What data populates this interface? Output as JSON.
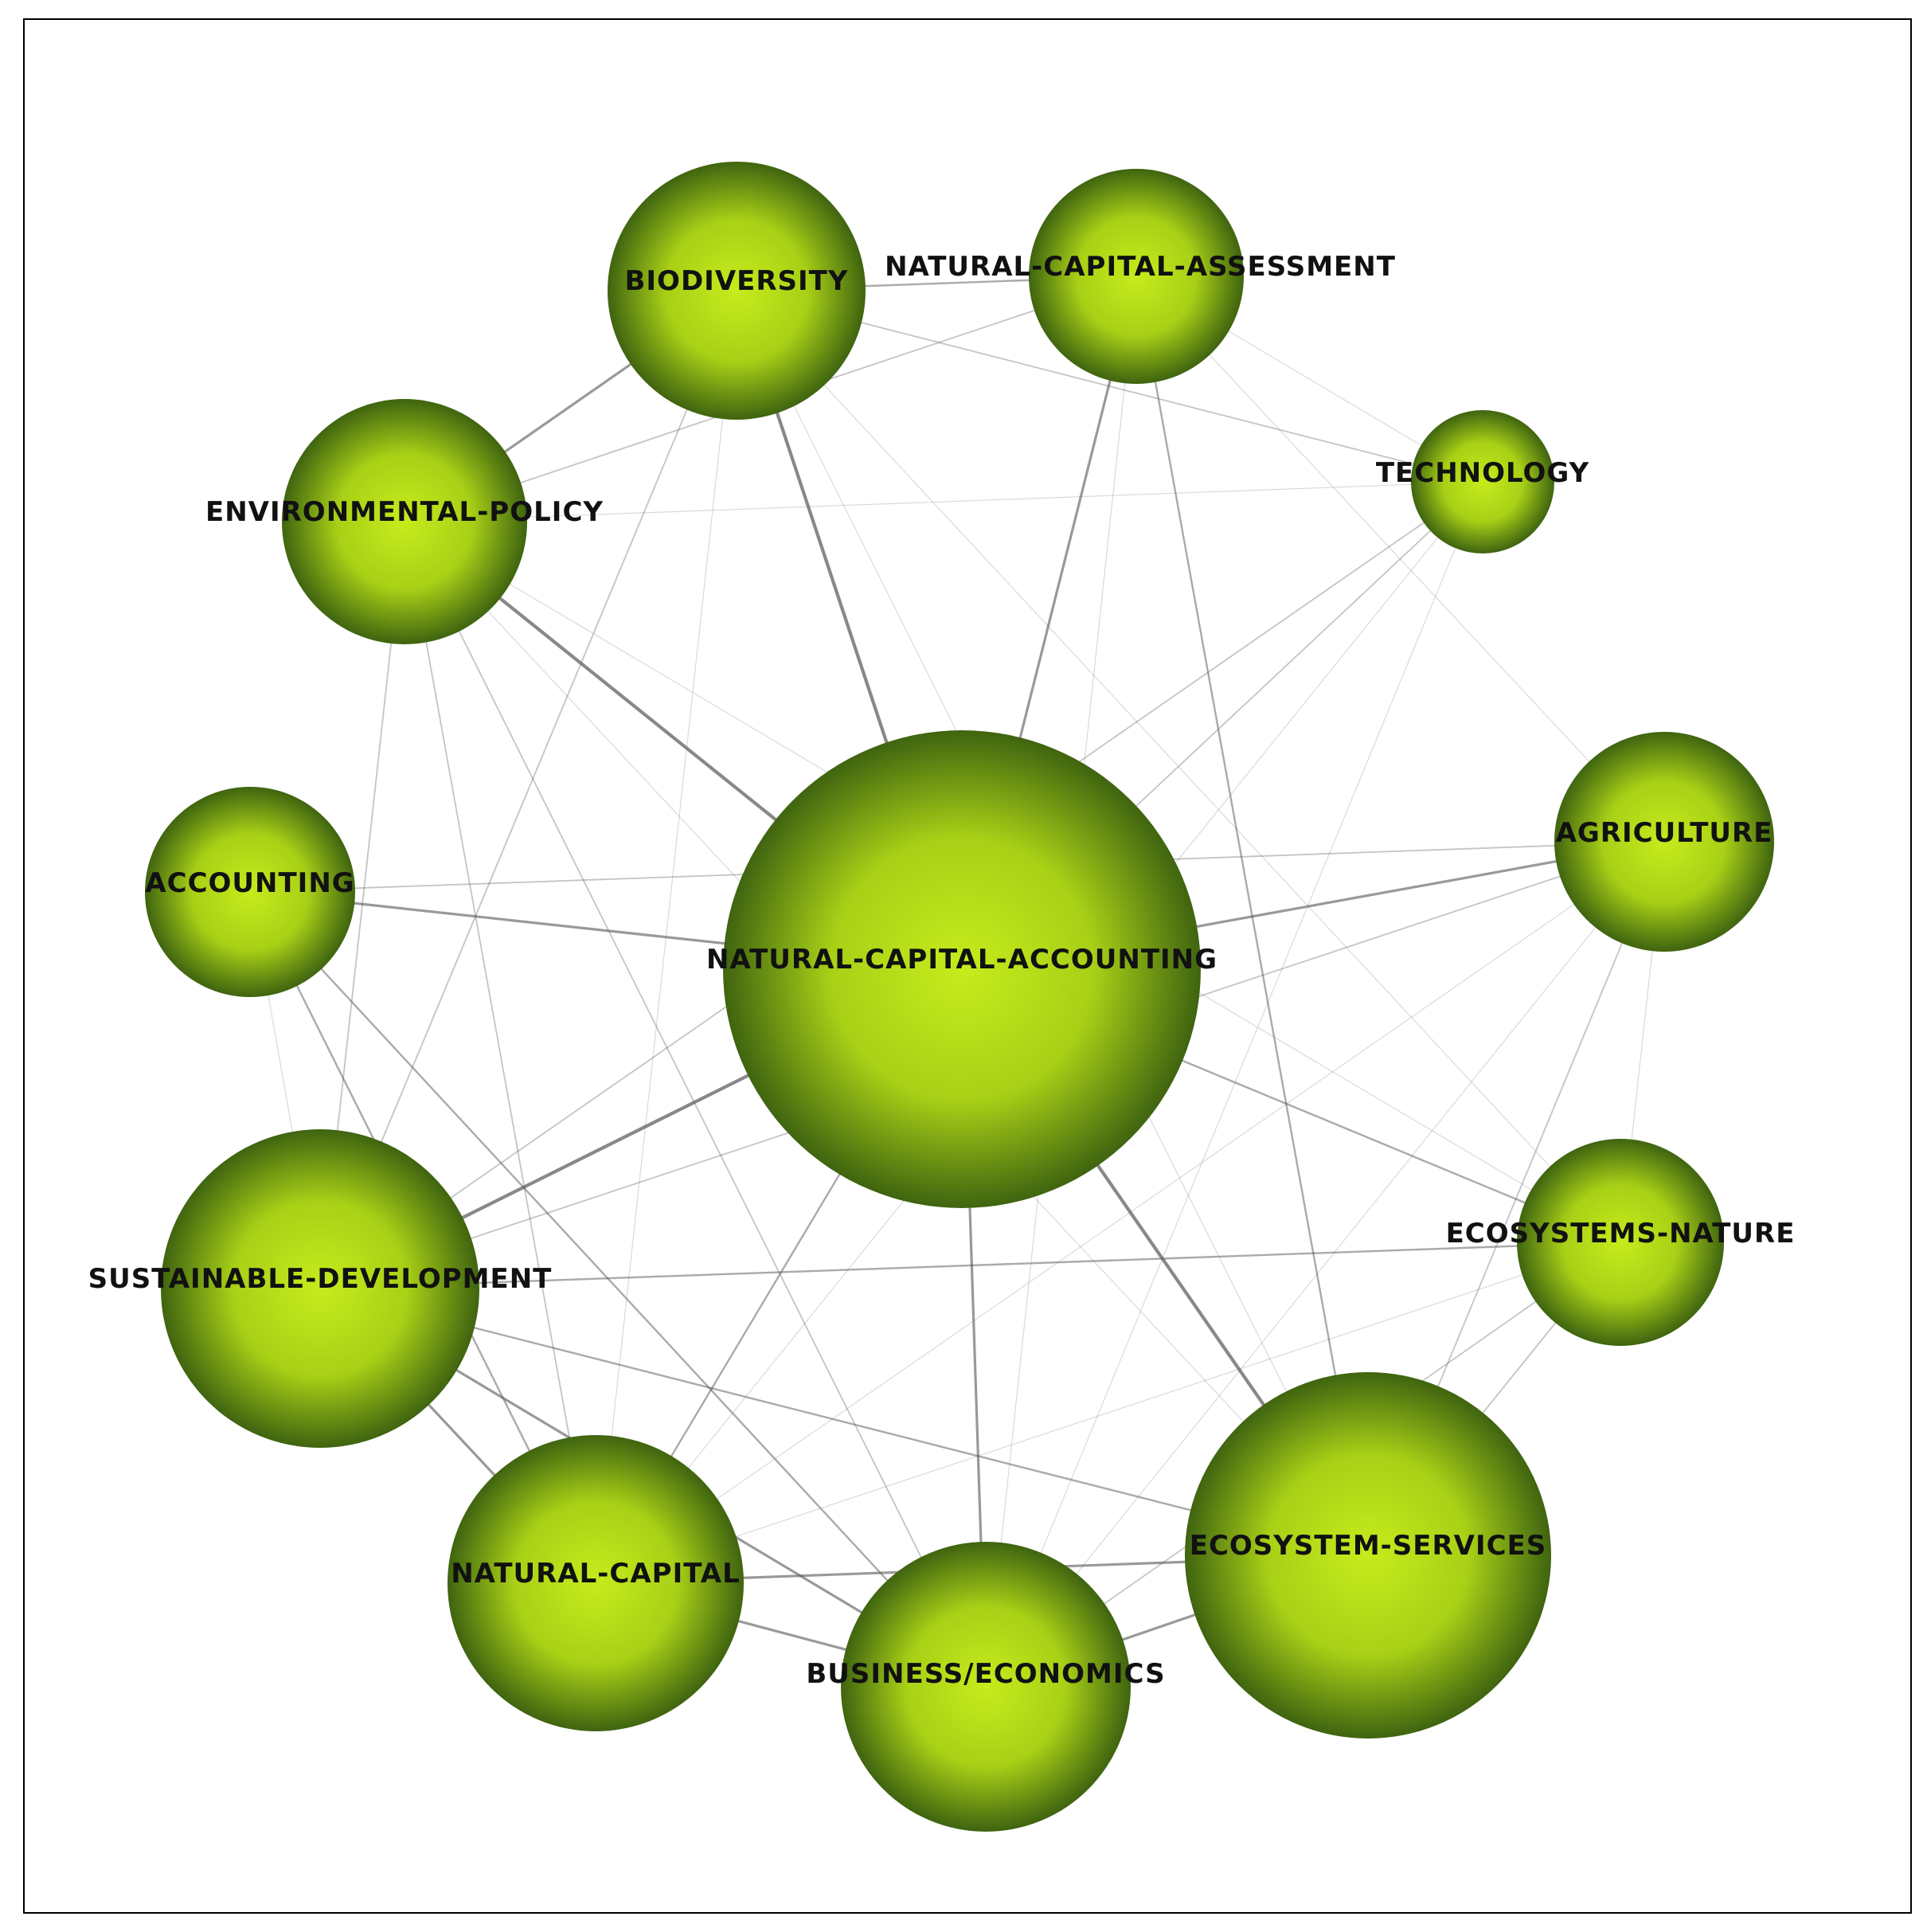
{
  "diagram": {
    "type": "keyword co-occurrence network",
    "node_fill": {
      "highlight": "#c6ec1c",
      "mid": "#a8d016",
      "shadow": "#3f6410"
    },
    "edge_color": "#555555",
    "nodes": [
      {
        "id": "nca",
        "label": "NATURAL-CAPITAL-ACCOUNTING"
      },
      {
        "id": "bio",
        "label": "BIODIVERSITY"
      },
      {
        "id": "nass",
        "label": "NATURAL-CAPITAL-ASSESSMENT"
      },
      {
        "id": "tech",
        "label": "TECHNOLOGY"
      },
      {
        "id": "envp",
        "label": "ENVIRONMENTAL-POLICY"
      },
      {
        "id": "acc",
        "label": "ACCOUNTING"
      },
      {
        "id": "agr",
        "label": "AGRICULTURE"
      },
      {
        "id": "econ",
        "label": "ECOSYSTEMS-NATURE"
      },
      {
        "id": "sd",
        "label": "SUSTAINABLE-DEVELOPMENT"
      },
      {
        "id": "nc",
        "label": "NATURAL-CAPITAL"
      },
      {
        "id": "bus",
        "label": "BUSINESS/ECONOMICS"
      },
      {
        "id": "es",
        "label": "ECOSYSTEM-SERVICES"
      }
    ],
    "edges": [
      [
        "bio",
        "nass",
        3
      ],
      [
        "bio",
        "envp",
        4
      ],
      [
        "bio",
        "nca",
        5
      ],
      [
        "bio",
        "tech",
        2
      ],
      [
        "bio",
        "sd",
        2
      ],
      [
        "bio",
        "es",
        1
      ],
      [
        "bio",
        "nc",
        1
      ],
      [
        "nass",
        "nca",
        4
      ],
      [
        "nass",
        "es",
        3
      ],
      [
        "nass",
        "envp",
        2
      ],
      [
        "nass",
        "tech",
        1
      ],
      [
        "nass",
        "bus",
        1
      ],
      [
        "nass",
        "agr",
        1
      ],
      [
        "envp",
        "nca",
        5
      ],
      [
        "envp",
        "tech",
        1
      ],
      [
        "envp",
        "sd",
        2
      ],
      [
        "envp",
        "nc",
        2
      ],
      [
        "envp",
        "bus",
        2
      ],
      [
        "envp",
        "es",
        1
      ],
      [
        "acc",
        "nca",
        4
      ],
      [
        "acc",
        "agr",
        2
      ],
      [
        "acc",
        "bus",
        3
      ],
      [
        "acc",
        "nc",
        3
      ],
      [
        "acc",
        "sd",
        1
      ],
      [
        "tech",
        "nca",
        2
      ],
      [
        "tech",
        "sd",
        2
      ],
      [
        "tech",
        "bus",
        1
      ],
      [
        "tech",
        "nc",
        1
      ],
      [
        "agr",
        "nca",
        4
      ],
      [
        "agr",
        "sd",
        2
      ],
      [
        "agr",
        "es",
        2
      ],
      [
        "agr",
        "econ",
        1
      ],
      [
        "agr",
        "bus",
        1
      ],
      [
        "agr",
        "nc",
        1
      ],
      [
        "nca",
        "sd",
        5
      ],
      [
        "nca",
        "es",
        5
      ],
      [
        "nca",
        "bus",
        4
      ],
      [
        "nca",
        "nc",
        3
      ],
      [
        "nca",
        "econ",
        3
      ],
      [
        "econ",
        "sd",
        3
      ],
      [
        "econ",
        "es",
        2
      ],
      [
        "econ",
        "bus",
        2
      ],
      [
        "econ",
        "nc",
        1
      ],
      [
        "econ",
        "envp",
        1
      ],
      [
        "econ",
        "bio",
        1
      ],
      [
        "sd",
        "nc",
        4
      ],
      [
        "sd",
        "bus",
        4
      ],
      [
        "sd",
        "es",
        3
      ],
      [
        "nc",
        "bus",
        4
      ],
      [
        "nc",
        "es",
        4
      ],
      [
        "bus",
        "es",
        4
      ]
    ]
  }
}
